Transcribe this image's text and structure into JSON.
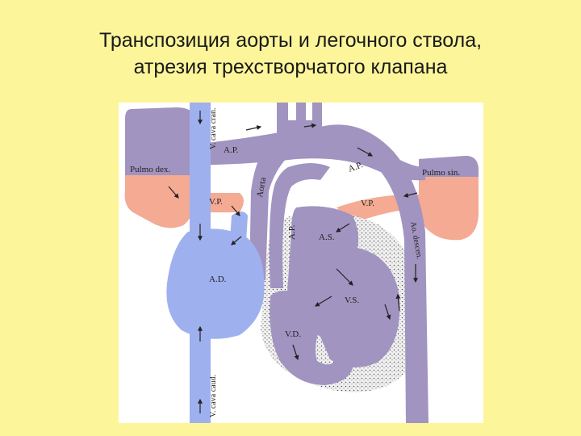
{
  "slide": {
    "title_line1": "Транспозиция аорты и легочного ствола,",
    "title_line2": "атрезия трехстворчатого клапана"
  },
  "labels": {
    "pulmo_dex": "Pulmo dex.",
    "pulmo_sin": "Pulmo sin.",
    "v_cava_cran": "V. cava cran.",
    "v_cava_caud": "V. cava caud.",
    "ap_top_left": "A.P.",
    "ap_top_right": "A.P.",
    "ap_middle": "A.P.",
    "aorta": "Aorta",
    "vp_left": "V.P.",
    "vp_right": "V.P.",
    "ao_descen": "Ao. descen.",
    "ad": "A.D.",
    "as": "A.S.",
    "vs": "V.S.",
    "vd": "V.D."
  },
  "colors": {
    "background": "#fdf59a",
    "purple_blood": "#a194c0",
    "blue_blood": "#9fb0ee",
    "pink_blood": "#f5aa94",
    "stipple": "#e2e2e2"
  }
}
